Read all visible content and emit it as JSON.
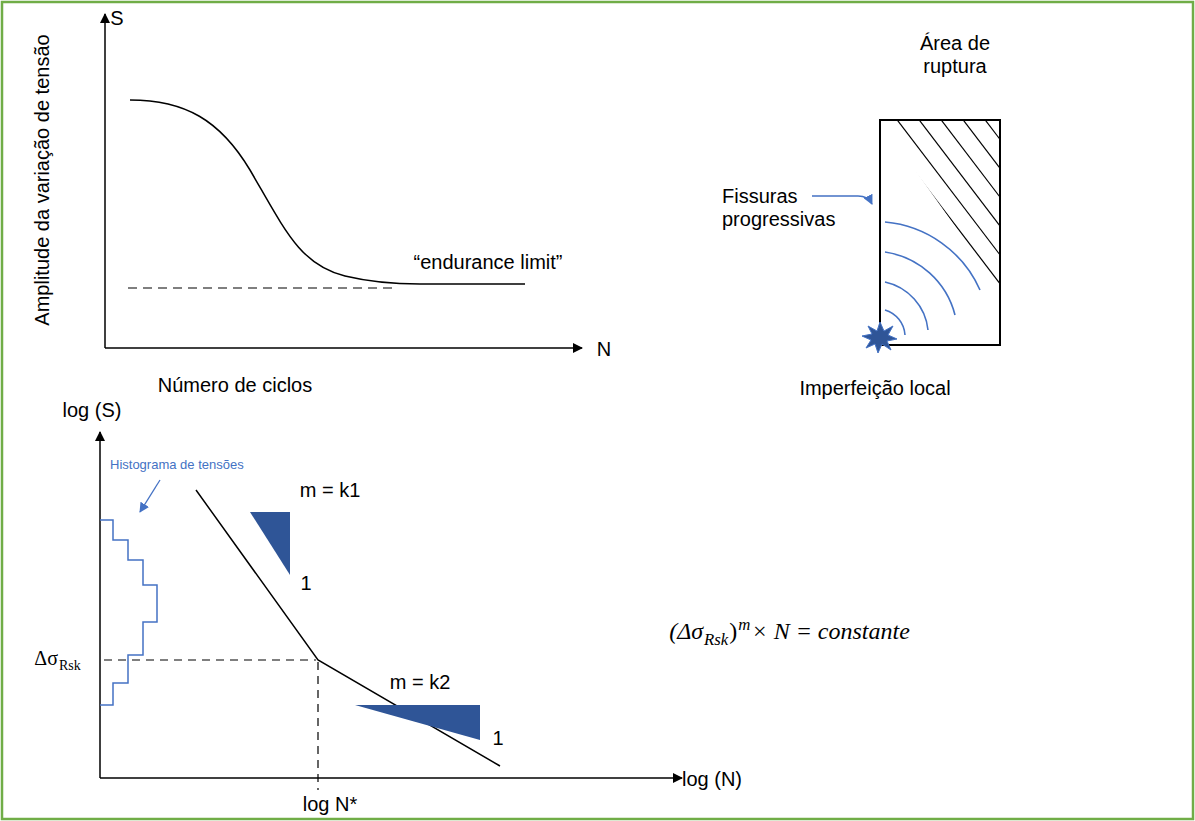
{
  "diagram": {
    "labels": [
      "S",
      "Amplitude da variação de tensão",
      "“endurance limit”",
      "N",
      "Número de ciclos",
      "Área de ruptura",
      "Fissuras progressivas",
      "Imperfeição local",
      "log (S)",
      "Histograma de tensões",
      "m = k1",
      "1",
      "m = k2",
      "1",
      "Δσ",
      "Rsk",
      "log (N)",
      "log N*",
      "(Δσ",
      "Rsk",
      ")",
      "m",
      "× N = constante"
    ]
  }
}
